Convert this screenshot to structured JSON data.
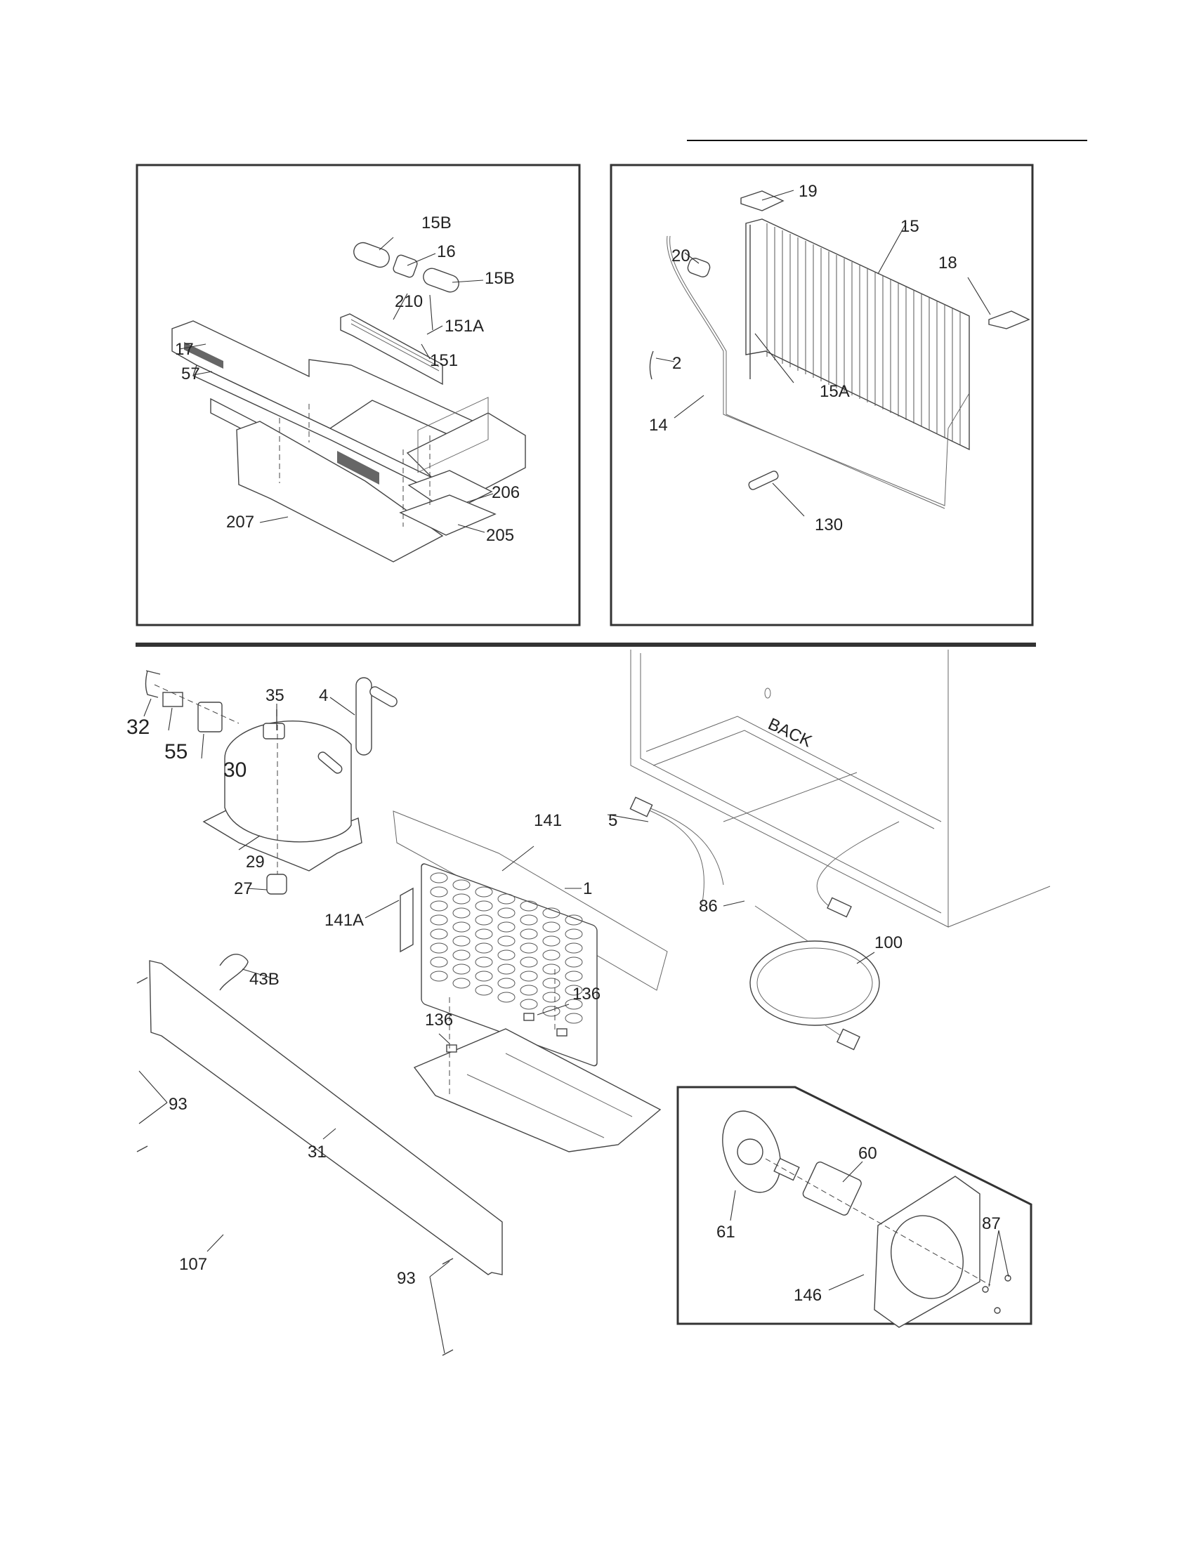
{
  "document": {
    "type": "exploded parts diagram",
    "panels": [
      {
        "id": "dispenser-control-panel",
        "labels": [
          "15B",
          "16",
          "15B",
          "210",
          "151A",
          "151",
          "17",
          "57",
          "206",
          "205",
          "207"
        ]
      },
      {
        "id": "evaporator",
        "labels": [
          "19",
          "15",
          "18",
          "20",
          "2",
          "15A",
          "14",
          "130"
        ]
      },
      {
        "id": "machine-compartment",
        "labels": [
          "32",
          "55",
          "30",
          "35",
          "4",
          "5",
          "141",
          "29",
          "27",
          "1",
          "86",
          "100",
          "141A",
          "43B",
          "136",
          "136",
          "93",
          "31",
          "107",
          "93"
        ],
        "cabinet_text": "BACK"
      },
      {
        "id": "condenser-fan",
        "labels": [
          "60",
          "61",
          "87",
          "146"
        ]
      }
    ]
  },
  "callouts": {
    "p1_15b_a": "15B",
    "p1_16": "16",
    "p1_15b_b": "15B",
    "p1_210": "210",
    "p1_151a": "151A",
    "p1_151": "151",
    "p1_17": "17",
    "p1_57": "57",
    "p1_206": "206",
    "p1_205": "205",
    "p1_207": "207",
    "p2_19": "19",
    "p2_15": "15",
    "p2_18": "18",
    "p2_20": "20",
    "p2_2": "2",
    "p2_15a": "15A",
    "p2_14": "14",
    "p2_130": "130",
    "p3_32": "32",
    "p3_55": "55",
    "p3_30": "30",
    "p3_35": "35",
    "p3_4": "4",
    "p3_5": "5",
    "p3_141": "141",
    "p3_29": "29",
    "p3_27": "27",
    "p3_1": "1",
    "p3_86": "86",
    "p3_100": "100",
    "p3_141a": "141A",
    "p3_43b": "43B",
    "p3_136_a": "136",
    "p3_136_b": "136",
    "p3_93_a": "93",
    "p3_31": "31",
    "p3_107": "107",
    "p3_93_b": "93",
    "p3_back": "BACK",
    "p4_60": "60",
    "p4_61": "61",
    "p4_87": "87",
    "p4_146": "146"
  }
}
